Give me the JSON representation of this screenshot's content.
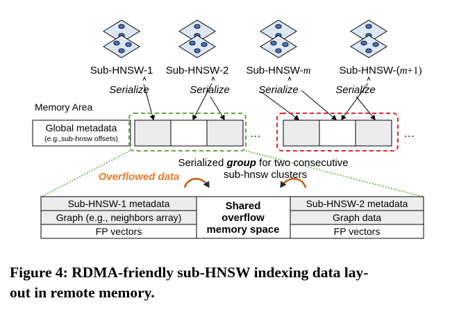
{
  "subgraphs": [
    {
      "label": "Sub-HNSW-1"
    },
    {
      "label": "Sub-HNSW-2"
    },
    {
      "label_prefix": "Sub-HNSW-",
      "label_var": "m"
    },
    {
      "label_prefix": "Sub-HNSW-(",
      "label_var": "m",
      "label_suffix": "+1)"
    }
  ],
  "serialize_label": "Serialize",
  "memory_area_label": "Memory Area",
  "global_metadata": {
    "title": "Global metadata",
    "subtitle": "(e.g.,sub-hnsw offsets)"
  },
  "ellipsis": "…",
  "group_note": {
    "line1_pre": "Serialized ",
    "line1_bold": "group",
    "line1_post": " for two consecutive",
    "line2": "sub-hnsw clusters"
  },
  "overflowed_label": "Overflowed data",
  "left_block": [
    "Sub-HNSW-1 metadata",
    "Graph (e.g., neighbors array)",
    "FP vectors"
  ],
  "shared": [
    "Shared",
    "overflow",
    "memory space"
  ],
  "right_block": [
    "Sub-HNSW-2 metadata",
    "Graph data",
    "FP vectors"
  ],
  "caption": {
    "line1": "Figure 4: RDMA-friendly sub-HNSW indexing data lay-",
    "line2": "out in remote memory."
  },
  "colors": {
    "node_fill": "#4472c4",
    "layer_fill": "#dde6f3",
    "cell_gray": "#ececec",
    "green_dash": "#62a83c",
    "red_dash": "#e8212a",
    "orange_text": "#e8792a",
    "curved_arrow": "#c55a11"
  }
}
